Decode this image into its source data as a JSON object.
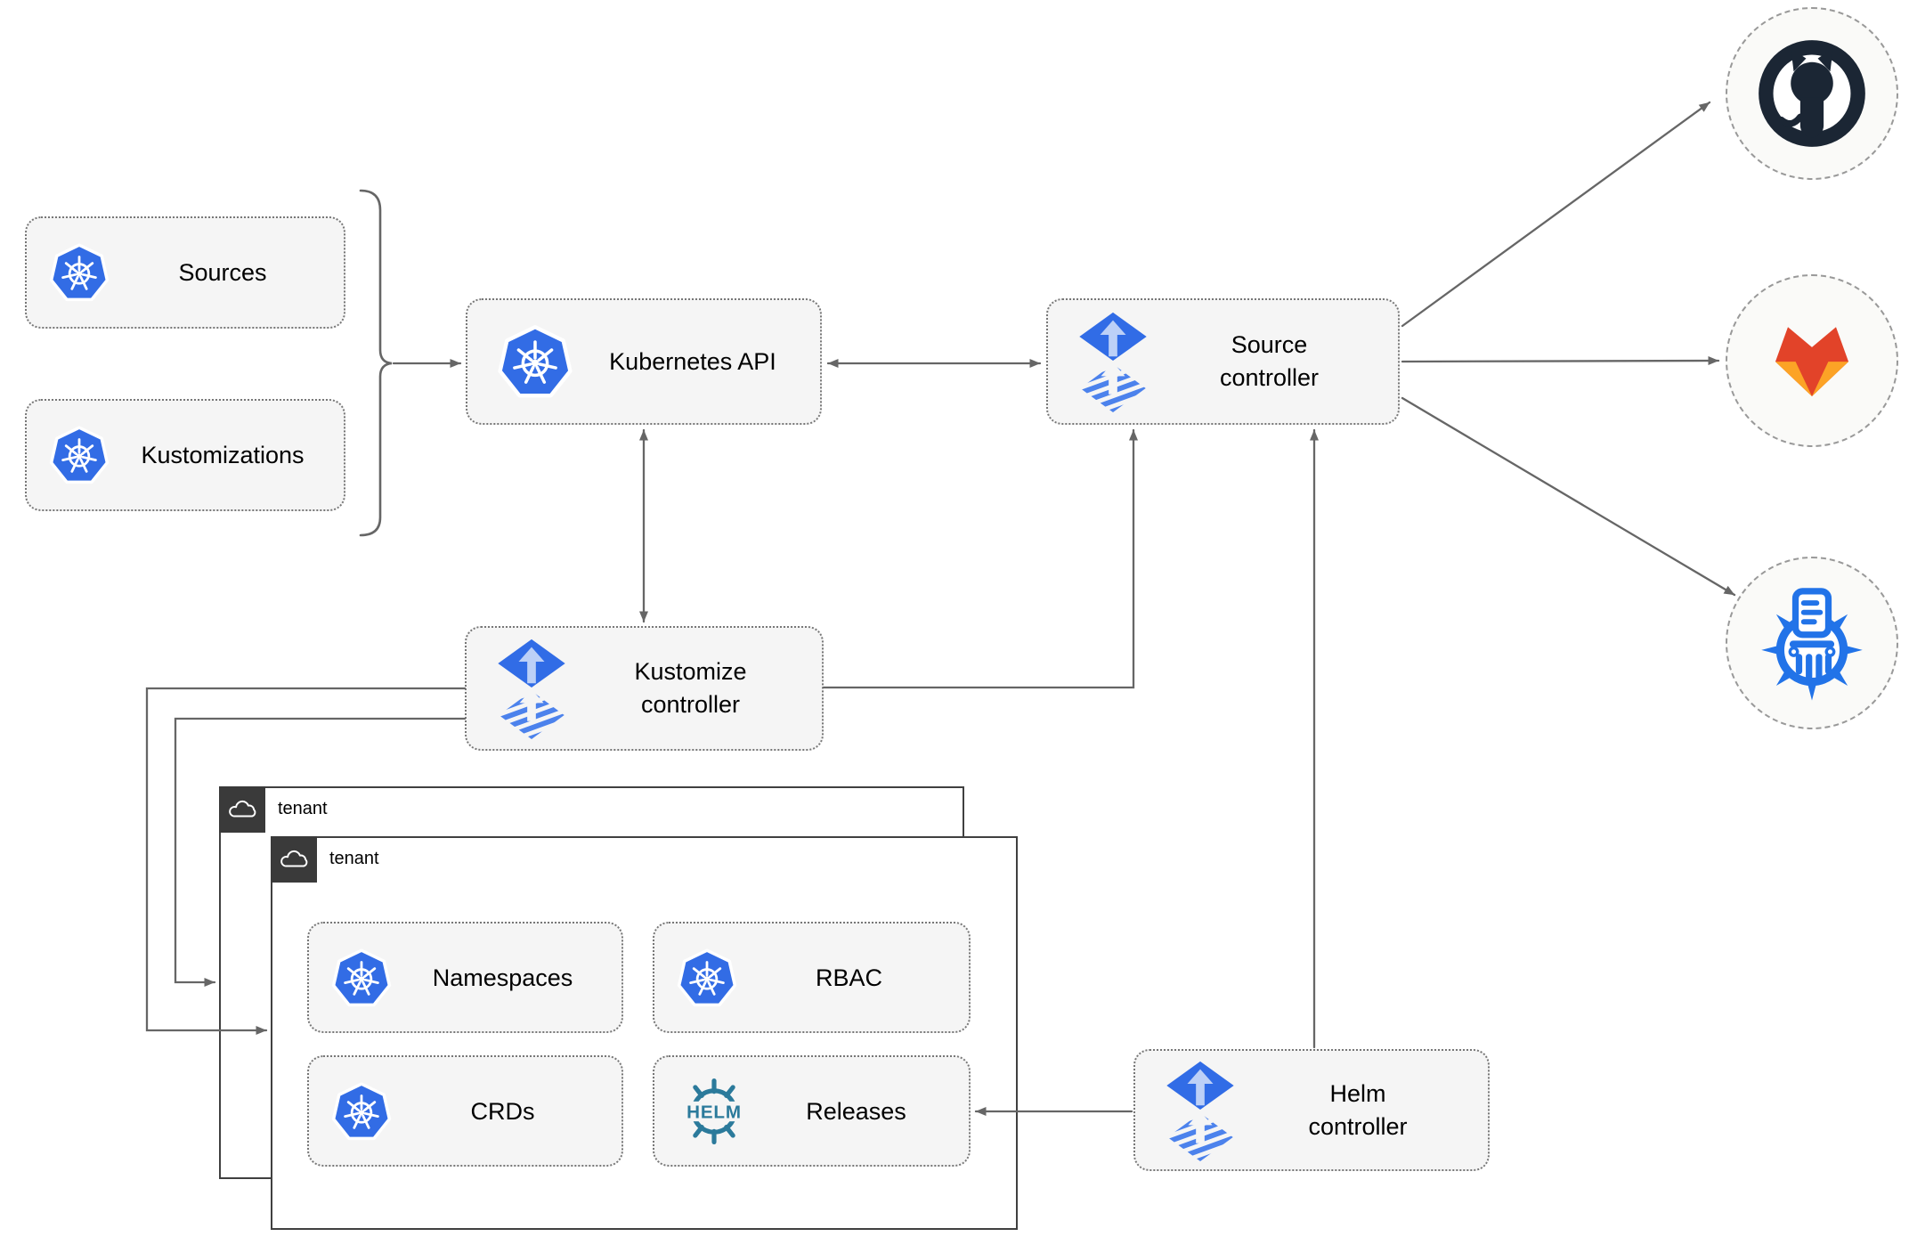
{
  "diagram": {
    "cluster_resources": {
      "sources": {
        "label": "Sources",
        "icon": "kubernetes-icon"
      },
      "kustomizations": {
        "label": "Kustomizations",
        "icon": "kubernetes-icon"
      }
    },
    "kubernetes_api": {
      "label": "Kubernetes API",
      "icon": "kubernetes-icon"
    },
    "controllers": {
      "source": {
        "line1": "Source",
        "line2": "controller",
        "icon": "flux-icon"
      },
      "kustomize": {
        "line1": "Kustomize",
        "line2": "controller",
        "icon": "flux-icon"
      },
      "helm": {
        "line1": "Helm",
        "line2": "controller",
        "icon": "flux-icon"
      }
    },
    "tenants": {
      "outer": {
        "label": "tenant",
        "icon": "cloud-icon"
      },
      "inner": {
        "label": "tenant",
        "icon": "cloud-icon"
      }
    },
    "tenant_resources": {
      "namespaces": {
        "label": "Namespaces",
        "icon": "kubernetes-icon"
      },
      "rbac": {
        "label": "RBAC",
        "icon": "kubernetes-icon"
      },
      "crds": {
        "label": "CRDs",
        "icon": "kubernetes-icon"
      },
      "releases": {
        "label": "Releases",
        "icon": "helm-icon",
        "icon_text": "HELM"
      }
    },
    "remotes": {
      "github": {
        "icon": "github-icon"
      },
      "gitlab": {
        "icon": "gitlab-icon"
      },
      "helm_repository": {
        "icon": "helm-chart-repository-icon"
      }
    },
    "edges": [
      {
        "from": "sources-and-kustomizations",
        "to": "kubernetes-api",
        "style": "arrow"
      },
      {
        "from": "kubernetes-api",
        "to": "source-controller",
        "style": "double-arrow"
      },
      {
        "from": "kubernetes-api",
        "to": "kustomize-controller",
        "style": "double-arrow"
      },
      {
        "from": "kustomize-controller",
        "to": "source-controller",
        "style": "arrow"
      },
      {
        "from": "kustomize-controller",
        "to": "tenant-inner",
        "style": "arrow"
      },
      {
        "from": "kustomize-controller",
        "to": "tenant-outer",
        "style": "arrow"
      },
      {
        "from": "helm-controller",
        "to": "source-controller",
        "style": "arrow"
      },
      {
        "from": "helm-controller",
        "to": "releases",
        "style": "arrow"
      },
      {
        "from": "source-controller",
        "to": "github",
        "style": "arrow"
      },
      {
        "from": "source-controller",
        "to": "gitlab",
        "style": "arrow"
      },
      {
        "from": "source-controller",
        "to": "helm-repository",
        "style": "arrow"
      }
    ]
  },
  "colors": {
    "kubernetes_blue": "#326CE5",
    "flux_blue": "#316CE6",
    "flux_light_blue": "#BCD0F7",
    "flux_stripe_blue": "#4C82EC",
    "helm_teal": "#2B7A9B",
    "chart_repo_blue": "#2273E8",
    "github_dark": "#1B2634",
    "gitlab_red_orange": "#E24329",
    "gitlab_light_orange": "#FCA326",
    "line_gray": "#666666",
    "box_fill": "#F5F5F5",
    "tenant_border": "#404040",
    "tag_dark": "#3A3A3A"
  }
}
